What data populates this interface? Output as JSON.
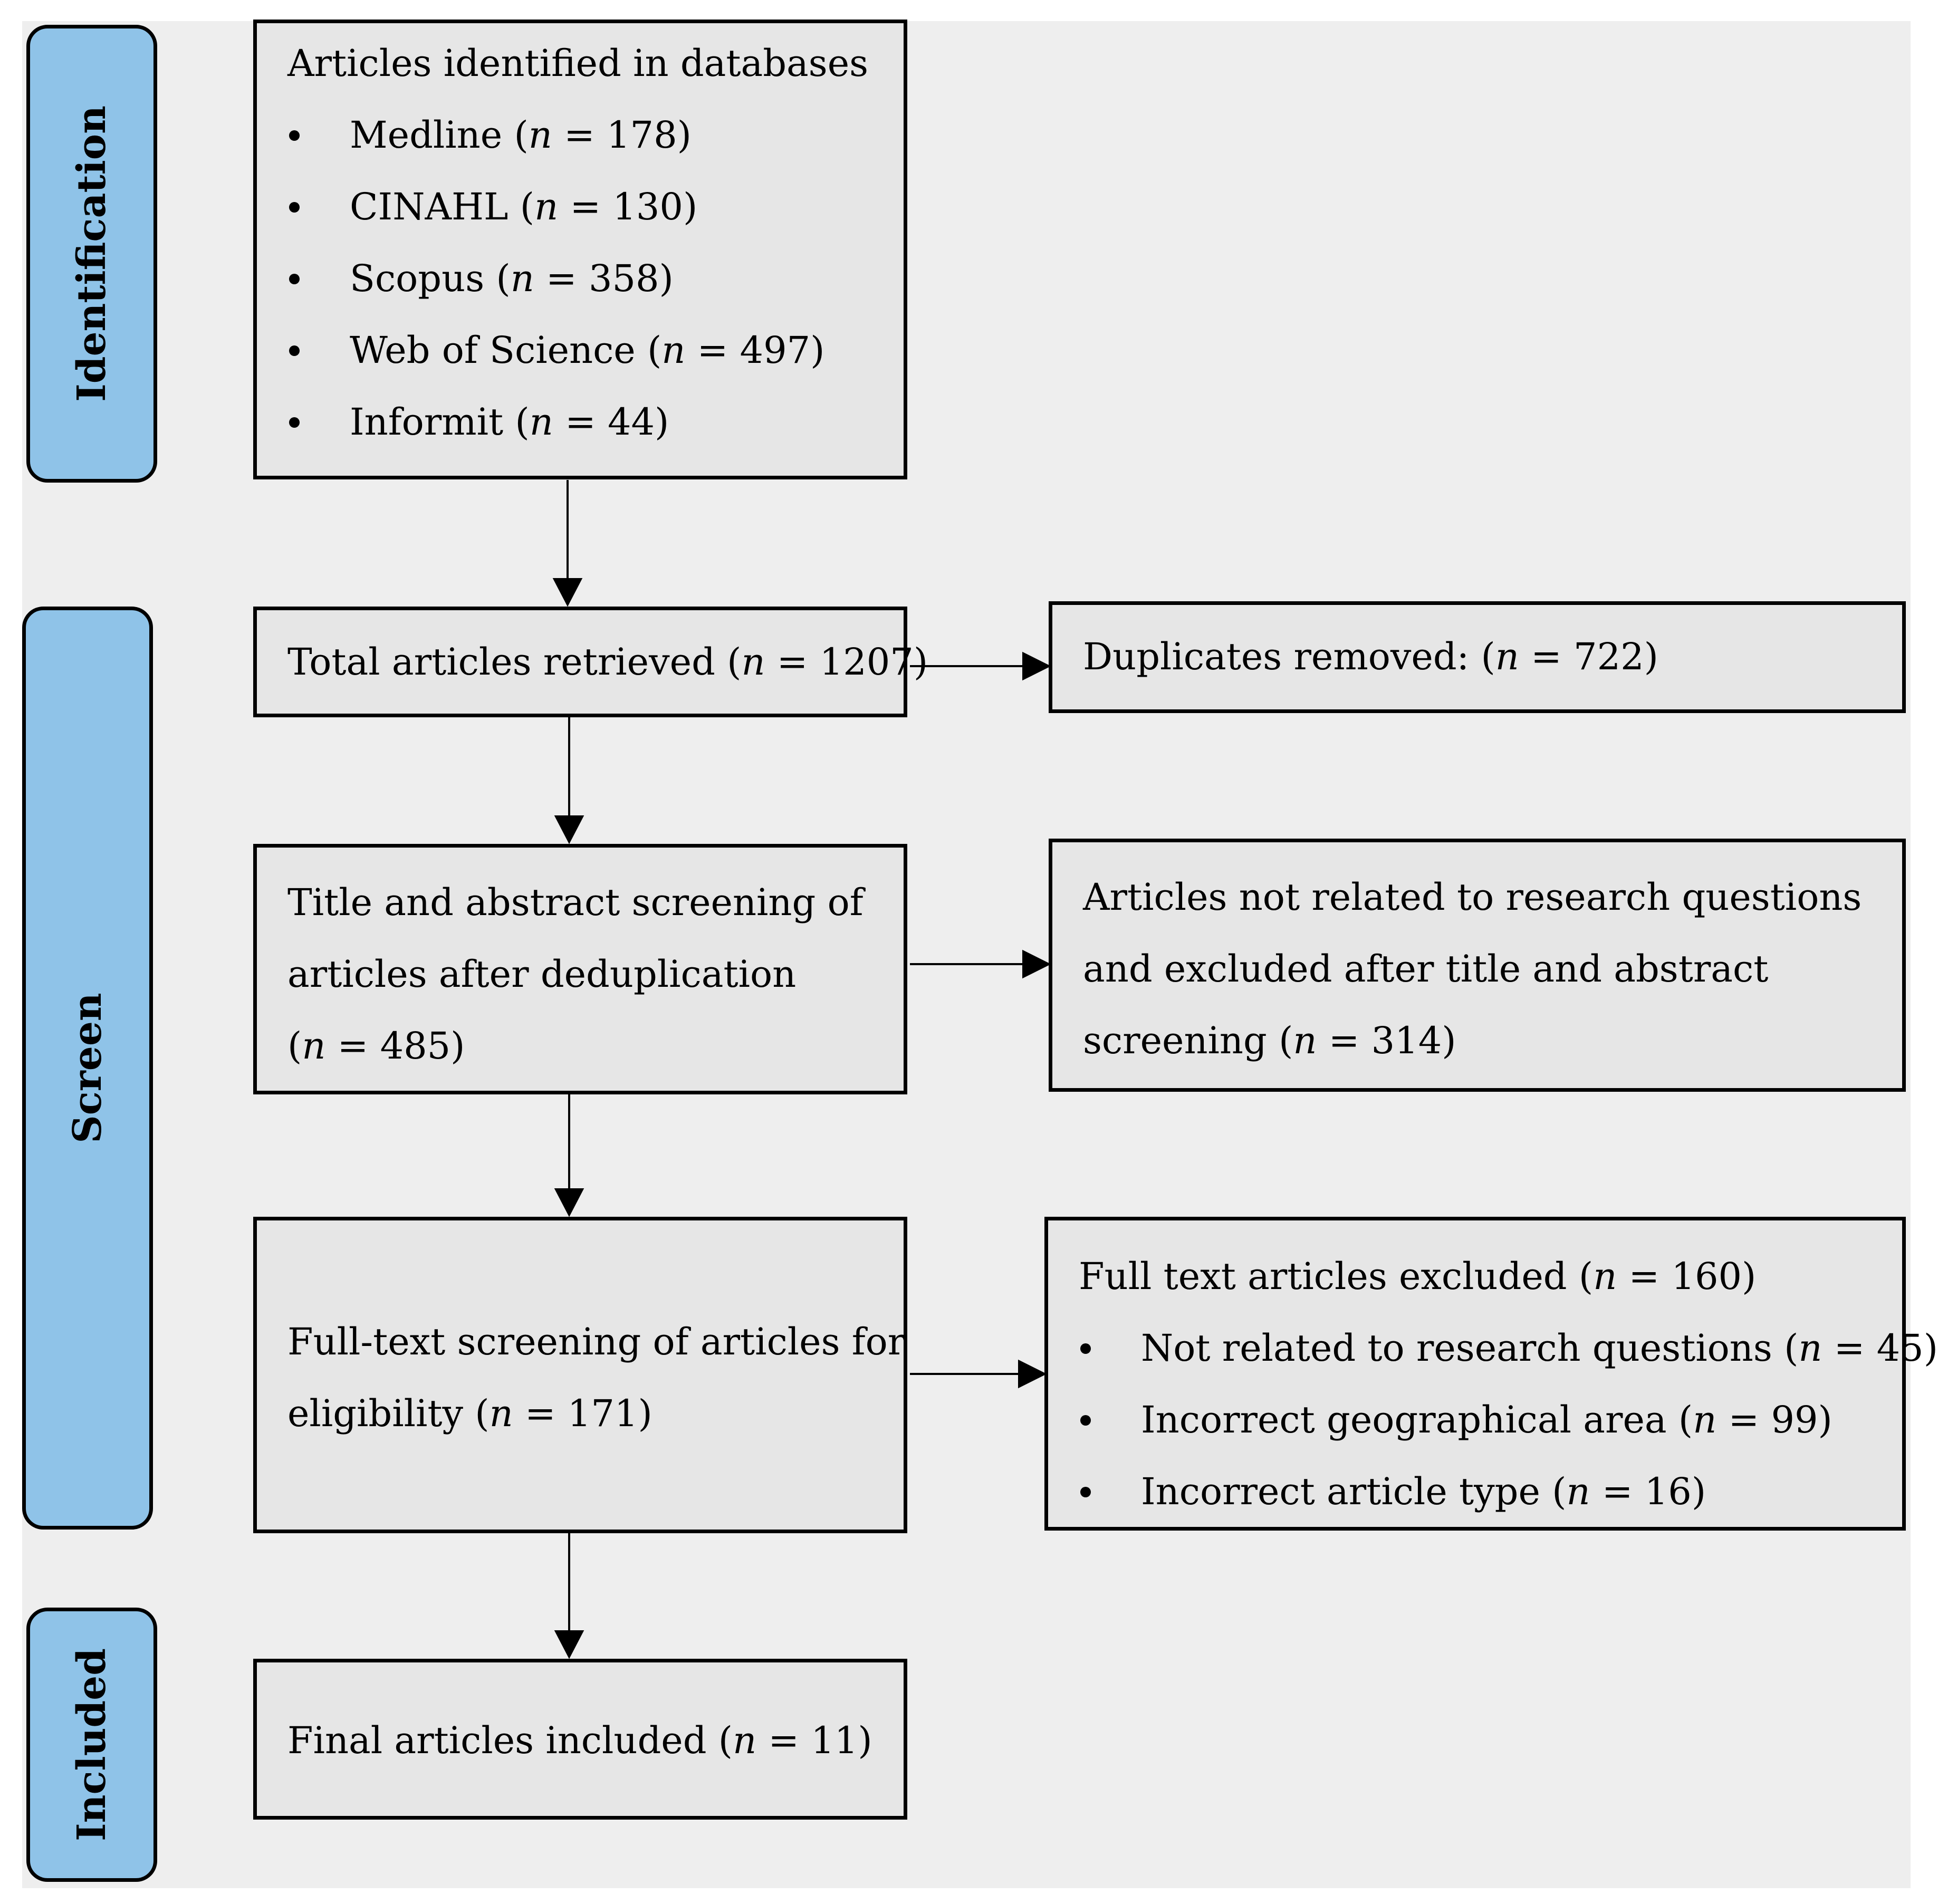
{
  "stages": {
    "identification": "Identification",
    "screen": "Screen",
    "included": "Included"
  },
  "identified": {
    "heading": "Articles identified in databases",
    "items": [
      {
        "name": "Medline",
        "n": "178"
      },
      {
        "name": "CINAHL",
        "n": "130"
      },
      {
        "name": "Scopus",
        "n": "358"
      },
      {
        "name": "Web of Science",
        "n": "497"
      },
      {
        "name": "Informit",
        "n": "44"
      }
    ]
  },
  "retrieved": {
    "text": "Total articles retrieved",
    "n": "1207"
  },
  "duplicates": {
    "text": "Duplicates removed:",
    "n": "722"
  },
  "title_abstract": {
    "line1": "Title and abstract screening of",
    "line2": "articles after deduplication",
    "n": "485"
  },
  "not_related": {
    "line1": "Articles not related to research questions",
    "line2": "and excluded after title and abstract",
    "line3": "screening",
    "n": "314"
  },
  "fulltext": {
    "line1": "Full-text screening of articles for",
    "line2": "eligibility",
    "n": "171"
  },
  "fulltext_excluded": {
    "heading": "Full text articles excluded",
    "n": "160",
    "items": [
      {
        "name": "Not related to research questions",
        "n": "45"
      },
      {
        "name": "Incorrect geographical area",
        "n": "99"
      },
      {
        "name": "Incorrect article type",
        "n": "16"
      }
    ]
  },
  "final": {
    "text": "Final articles included",
    "n": "11"
  },
  "symbols": {
    "n": "n",
    "eq": " = "
  }
}
